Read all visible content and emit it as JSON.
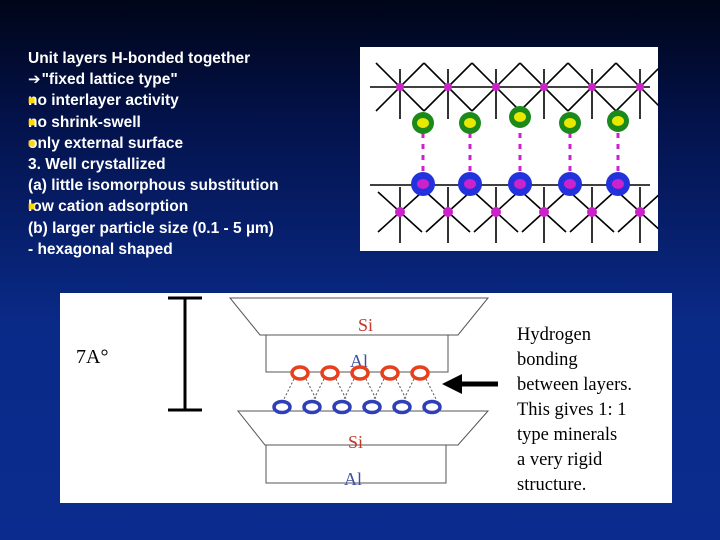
{
  "text_lines": [
    {
      "text": "Unit layers H-bonded together",
      "marker": "none"
    },
    {
      "text": "\"fixed lattice type\"",
      "marker": "arrow"
    },
    {
      "text": "no interlayer activity",
      "marker": "bullet"
    },
    {
      "text": "no shrink-swell",
      "marker": "bullet"
    },
    {
      "text": "only external surface",
      "marker": "bullet"
    },
    {
      "text": "3. Well crystallized",
      "marker": "none"
    },
    {
      "text": "(a) little isomorphous substitution",
      "marker": "none"
    },
    {
      "text": "low cation adsorption",
      "marker": "bullet"
    },
    {
      "text": "(b) larger particle size (0.1 - 5 µm)",
      "marker": "none"
    },
    {
      "text": "- hexagonal shaped",
      "marker": "none"
    }
  ],
  "markers": {
    "arrow_glyph": "➔",
    "bullet_glyph": "■",
    "bullet_color": "#ffd800"
  },
  "diagram": {
    "scale_label": "7A°",
    "top_si": "Si",
    "top_al": "Al",
    "bottom_si": "Si",
    "bottom_al": "Al",
    "caption": [
      "Hydrogen",
      "bonding",
      "between layers.",
      "This gives 1: 1",
      "type minerals",
      "a very rigid",
      "structure."
    ],
    "colors": {
      "si_label": "#c0392b",
      "al_label": "#3a4fa0",
      "oxygen_ring": "#e8401c",
      "hydroxyl_ring": "#2f3fb8"
    }
  },
  "lattice": {
    "colors": {
      "green_atom": "#1b8a1b",
      "yellow_center": "#e8e800",
      "blue_atom": "#2233dd",
      "magenta": "#cc22cc",
      "bond": "#000000"
    }
  }
}
